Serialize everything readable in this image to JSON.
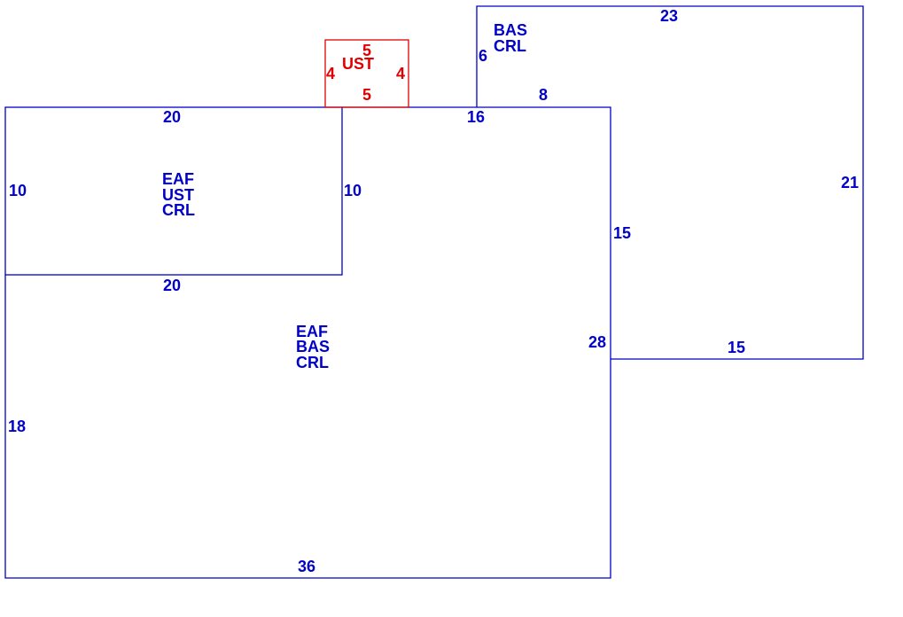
{
  "colors": {
    "structure": "#0000c8",
    "outbuilding": "#e00000",
    "background": "#ffffff"
  },
  "sketch": {
    "upper_area": {
      "labels": [
        "EAF",
        "UST",
        "CRL"
      ],
      "dims": {
        "top": "20",
        "left": "10",
        "right": "10",
        "bottom": "20"
      }
    },
    "main_area": {
      "labels": [
        "EAF",
        "BAS",
        "CRL"
      ],
      "dims": {
        "left": "18",
        "bottom": "36",
        "right": "28",
        "top": "16"
      }
    },
    "basement_area": {
      "labels": [
        "BAS",
        "CRL"
      ],
      "dims": {
        "top": "23",
        "left": "6",
        "inner_top": "8",
        "inner_left": "15",
        "bottom": "15",
        "right": "21"
      }
    },
    "small_area": {
      "labels": [
        "UST"
      ],
      "dims": {
        "top": "5",
        "left": "4",
        "right": "4",
        "bottom": "5"
      }
    }
  }
}
